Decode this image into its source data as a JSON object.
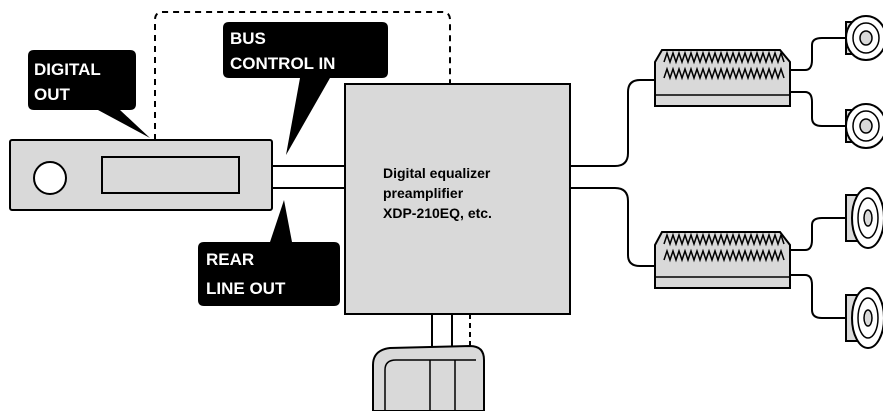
{
  "labels": {
    "digital_out": [
      "DIGITAL",
      "OUT"
    ],
    "bus_control_in": [
      "BUS",
      "CONTROL IN"
    ],
    "rear_line_out": [
      "REAR",
      "LINE OUT"
    ]
  },
  "equalizer": {
    "lines": [
      "Digital equalizer",
      "preamplifier",
      "XDP-210EQ, etc."
    ]
  },
  "colors": {
    "unit_fill": "#d9d9d9",
    "label_bg": "#000000",
    "stroke": "#000000"
  }
}
